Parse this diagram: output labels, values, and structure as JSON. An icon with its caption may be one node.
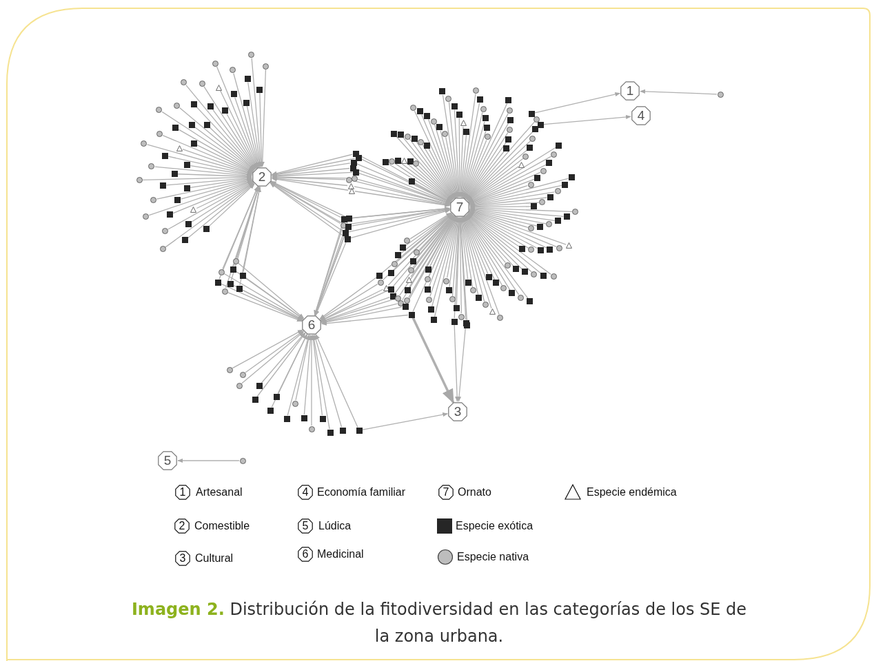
{
  "diagram": {
    "caption": "**Imagen 2.** Distribución de la fitodiversidad en las categorías de los SE de la zona urbana.",
    "nodes": [
      {
        "text": [
          "1"
        ]
      },
      {
        "text": [
          "4"
        ]
      },
      {
        "text": [
          "2"
        ]
      },
      {
        "text": [
          "7"
        ]
      },
      {
        "text": [
          "6"
        ]
      },
      {
        "text": [
          "3"
        ]
      },
      {
        "text": [
          "5"
        ]
      },
      {
        "text": [],
        "shape": "box"
      },
      {
        "text": [],
        "shape": "box"
      },
      {
        "text": [],
        "shape": "circle"
      },
      {
        "text": [],
        "shape": "circle"
      },
      {
        "text": [],
        "shape": "box"
      },
      {
        "text": [],
        "shape": "box"
      },
      {
        "text": [],
        "shape": "circle"
      },
      {
        "text": [],
        "shape": "box"
      },
      {
        "text": [],
        "shape": "circle"
      },
      {
        "text": [],
        "shape": "triangle"
      },
      {
        "text": [],
        "shape": "box"
      },
      {
        "text": [],
        "shape": "circle"
      },
      {
        "text": [],
        "shape": "box"
      },
      {
        "text": [],
        "shape": "circle"
      },
      {
        "text": [],
        "shape": "box"
      },
      {
        "text": [],
        "shape": "box"
      },
      {
        "text": [],
        "shape": "circle"
      },
      {
        "text": [],
        "shape": "box"
      },
      {
        "text": [],
        "shape": "circle"
      },
      {
        "text": [],
        "shape": "box"
      },
      {
        "text": [],
        "shape": "box"
      },
      {
        "text": [],
        "shape": "circle"
      },
      {
        "text": [],
        "shape": "triangle"
      },
      {
        "text": [],
        "shape": "circle"
      },
      {
        "text": [],
        "shape": "box"
      },
      {
        "text": [],
        "shape": "box"
      },
      {
        "text": [],
        "shape": "circle"
      },
      {
        "text": [],
        "shape": "box"
      },
      {
        "text": [],
        "shape": "circle"
      },
      {
        "text": [],
        "shape": "box"
      },
      {
        "text": [],
        "shape": "box"
      },
      {
        "text": [],
        "shape": "circle"
      },
      {
        "text": [],
        "shape": "box"
      },
      {
        "text": [],
        "shape": "circle"
      },
      {
        "text": [],
        "shape": "box"
      },
      {
        "text": [],
        "shape": "triangle"
      },
      {
        "text": [],
        "shape": "circle"
      },
      {
        "text": [],
        "shape": "box"
      },
      {
        "text": [],
        "shape": "circle"
      },
      {
        "text": [],
        "shape": "box"
      },
      {
        "text": [],
        "shape": "box"
      },
      {
        "text": [],
        "shape": "circle"
      },
      {
        "text": [],
        "shape": "box"
      },
      {
        "text": [],
        "shape": "circle"
      },
      {
        "text": [],
        "shape": "box"
      },
      {
        "text": [],
        "shape": "box"
      },
      {
        "text": [],
        "shape": "circle"
      },
      {
        "text": [],
        "shape": "box"
      },
      {
        "text": [],
        "shape": "triangle"
      },
      {
        "text": [],
        "shape": "box"
      },
      {
        "text": [],
        "shape": "circle"
      },
      {
        "text": [],
        "shape": "box"
      },
      {
        "text": [],
        "shape": "box"
      },
      {
        "text": [],
        "shape": "circle"
      },
      {
        "text": [],
        "shape": "box"
      },
      {
        "text": [],
        "shape": "circle"
      },
      {
        "text": [],
        "shape": "box"
      },
      {
        "text": [],
        "shape": "circle"
      },
      {
        "text": [],
        "shape": "box"
      },
      {
        "text": [],
        "shape": "box"
      },
      {
        "text": [],
        "shape": "circle"
      },
      {
        "text": [],
        "shape": "box"
      },
      {
        "text": [],
        "shape": "circle"
      },
      {
        "text": [],
        "shape": "box"
      },
      {
        "text": [],
        "shape": "circle"
      },
      {
        "text": [],
        "shape": "box"
      },
      {
        "text": [],
        "shape": "box"
      },
      {
        "text": [],
        "shape": "triangle"
      },
      {
        "text": [],
        "shape": "box"
      },
      {
        "text": [],
        "shape": "circle"
      },
      {
        "text": [],
        "shape": "box"
      },
      {
        "text": [],
        "shape": "circle"
      },
      {
        "text": [],
        "shape": "box"
      },
      {
        "text": [],
        "shape": "box"
      },
      {
        "text": [],
        "shape": "circle"
      },
      {
        "text": [],
        "shape": "box"
      },
      {
        "text": [],
        "shape": "circle"
      },
      {
        "text": [],
        "shape": "box"
      },
      {
        "text": [],
        "shape": "circle"
      },
      {
        "text": [],
        "shape": "box"
      },
      {
        "text": [],
        "shape": "box"
      },
      {
        "text": [],
        "shape": "circle"
      },
      {
        "text": [],
        "shape": "box"
      },
      {
        "text": [],
        "shape": "circle"
      },
      {
        "text": [],
        "shape": "box"
      },
      {
        "text": [],
        "shape": "circle"
      },
      {
        "text": [],
        "shape": "triangle"
      },
      {
        "text": [],
        "shape": "box"
      },
      {
        "text": [],
        "shape": "circle"
      },
      {
        "text": [],
        "shape": "box"
      },
      {
        "text": [],
        "shape": "circle"
      },
      {
        "text": [],
        "shape": "box"
      },
      {
        "text": [],
        "shape": "circle"
      },
      {
        "text": [],
        "shape": "box"
      },
      {
        "text": [],
        "shape": "box"
      },
      {
        "text": [],
        "shape": "circle"
      },
      {
        "text": [],
        "shape": "box"
      },
      {
        "text": [],
        "shape": "circle"
      },
      {
        "text": [],
        "shape": "box"
      },
      {
        "text": [],
        "shape": "circle"
      },
      {
        "text": [],
        "shape": "box"
      },
      {
        "text": [],
        "shape": "box"
      },
      {
        "text": [],
        "shape": "circle"
      },
      {
        "text": [],
        "shape": "box"
      },
      {
        "text": [],
        "shape": "circle"
      },
      {
        "text": [],
        "shape": "triangle"
      },
      {
        "text": [],
        "shape": "circle"
      },
      {
        "text": [],
        "shape": "box"
      },
      {
        "text": [],
        "shape": "box"
      },
      {
        "text": [],
        "shape": "circle"
      },
      {
        "text": [],
        "shape": "box"
      },
      {
        "text": [],
        "shape": "circle"
      },
      {
        "text": [],
        "shape": "box"
      },
      {
        "text": [],
        "shape": "circle"
      },
      {
        "text": [],
        "shape": "box"
      },
      {
        "text": [],
        "shape": "box"
      },
      {
        "text": [],
        "shape": "circle"
      },
      {
        "text": [],
        "shape": "box"
      },
      {
        "text": [],
        "shape": "circle"
      },
      {
        "text": [],
        "shape": "box"
      },
      {
        "text": [],
        "shape": "circle"
      },
      {
        "text": [],
        "shape": "box"
      },
      {
        "text": [],
        "shape": "box"
      },
      {
        "text": [],
        "shape": "circle"
      },
      {
        "text": [],
        "shape": "triangle"
      },
      {
        "text": [],
        "shape": "circle"
      },
      {
        "text": [],
        "shape": "box"
      },
      {
        "text": [],
        "shape": "circle"
      },
      {
        "text": [],
        "shape": "box"
      },
      {
        "text": [],
        "shape": "box"
      },
      {
        "text": [],
        "shape": "circle"
      },
      {
        "text": [],
        "shape": "box"
      },
      {
        "text": [],
        "shape": "circle"
      },
      {
        "text": [],
        "shape": "box"
      },
      {
        "text": [],
        "shape": "circle"
      },
      {
        "text": [],
        "shape": "box"
      },
      {
        "text": [],
        "shape": "box"
      },
      {
        "text": [],
        "shape": "circle"
      },
      {
        "text": [],
        "shape": "box"
      },
      {
        "text": [],
        "shape": "circle"
      },
      {
        "text": [],
        "shape": "box"
      },
      {
        "text": [],
        "shape": "circle"
      },
      {
        "text": [],
        "shape": "box"
      },
      {
        "text": [],
        "shape": "triangle"
      },
      {
        "text": [],
        "shape": "circle"
      },
      {
        "text": [],
        "shape": "box"
      },
      {
        "text": [],
        "shape": "circle"
      },
      {
        "text": [],
        "shape": "box"
      },
      {
        "text": [],
        "shape": "circle"
      },
      {
        "text": [],
        "shape": "box"
      },
      {
        "text": [],
        "shape": "box"
      },
      {
        "text": [],
        "shape": "circle"
      },
      {
        "text": [],
        "shape": "box"
      },
      {
        "text": [],
        "shape": "box"
      },
      {
        "text": [],
        "shape": "box"
      },
      {
        "text": [],
        "shape": "box"
      },
      {
        "text": [],
        "shape": "box"
      },
      {
        "text": [],
        "shape": "circle"
      },
      {
        "text": [],
        "shape": "circle"
      },
      {
        "text": [],
        "shape": "triangle"
      },
      {
        "text": [],
        "shape": "triangle"
      },
      {
        "text": [],
        "shape": "box"
      },
      {
        "text": [],
        "shape": "box"
      },
      {
        "text": [],
        "shape": "circle"
      },
      {
        "text": [],
        "shape": "box"
      },
      {
        "text": [],
        "shape": "box"
      },
      {
        "text": [],
        "shape": "box"
      },
      {
        "text": [],
        "shape": "circle"
      },
      {
        "text": [],
        "shape": "circle"
      },
      {
        "text": [],
        "shape": "box"
      },
      {
        "text": [],
        "shape": "box"
      },
      {
        "text": [],
        "shape": "box"
      },
      {
        "text": [],
        "shape": "box"
      },
      {
        "text": [],
        "shape": "box"
      },
      {
        "text": [],
        "shape": "circle"
      },
      {
        "text": [],
        "shape": "box"
      },
      {
        "text": [],
        "shape": "circle"
      },
      {
        "text": [],
        "shape": "triangle"
      },
      {
        "text": [],
        "shape": "box"
      },
      {
        "text": [],
        "shape": "box"
      },
      {
        "text": [],
        "shape": "circle"
      },
      {
        "text": [],
        "shape": "circle"
      },
      {
        "text": [],
        "shape": "box"
      },
      {
        "text": [],
        "shape": "box"
      },
      {
        "text": [],
        "shape": "circle"
      },
      {
        "text": [],
        "shape": "circle"
      },
      {
        "text": [],
        "shape": "circle"
      },
      {
        "text": [],
        "shape": "box"
      },
      {
        "text": [],
        "shape": "box"
      },
      {
        "text": [],
        "shape": "box"
      },
      {
        "text": [],
        "shape": "box"
      },
      {
        "text": [],
        "shape": "box"
      },
      {
        "text": [],
        "shape": "circle"
      },
      {
        "text": [],
        "shape": "box"
      },
      {
        "text": [],
        "shape": "circle"
      },
      {
        "text": [],
        "shape": "box"
      },
      {
        "text": [],
        "shape": "box"
      },
      {
        "text": [],
        "shape": "box"
      },
      {
        "text": [],
        "shape": "box"
      },
      {
        "text": [],
        "shape": "box"
      },
      {
        "text": [],
        "shape": "box"
      }
    ],
    "edges": [
      {
        "from": 7,
        "to": 0,
        "arrow": "to"
      },
      {
        "from": 8,
        "to": 1,
        "arrow": "to"
      },
      {
        "from": 9,
        "to": 0,
        "arrow": "to"
      },
      {
        "from": 10,
        "to": 6,
        "arrow": "to"
      },
      {
        "from": 11,
        "to": 2,
        "arrow": "to"
      },
      {
        "from": 12,
        "to": 2,
        "arrow": "to"
      },
      {
        "from": 13,
        "to": 2,
        "arrow": "to"
      },
      {
        "from": 14,
        "to": 2,
        "arrow": "to"
      },
      {
        "from": 15,
        "to": 2,
        "arrow": "to"
      },
      {
        "from": 16,
        "to": 2,
        "arrow": "to"
      },
      {
        "from": 17,
        "to": 2,
        "arrow": "to"
      },
      {
        "from": 18,
        "to": 2,
        "arrow": "to"
      },
      {
        "from": 19,
        "to": 2,
        "arrow": "to"
      },
      {
        "from": 20,
        "to": 2,
        "arrow": "to"
      },
      {
        "from": 21,
        "to": 2,
        "arrow": "to"
      },
      {
        "from": 22,
        "to": 2,
        "arrow": "to"
      },
      {
        "from": 23,
        "to": 2,
        "arrow": "to"
      },
      {
        "from": 24,
        "to": 2,
        "arrow": "to"
      },
      {
        "from": 25,
        "to": 2,
        "arrow": "to"
      },
      {
        "from": 26,
        "to": 2,
        "arrow": "to"
      },
      {
        "from": 27,
        "to": 2,
        "arrow": "to"
      },
      {
        "from": 28,
        "to": 2,
        "arrow": "to"
      },
      {
        "from": 29,
        "to": 2,
        "arrow": "to"
      },
      {
        "from": 30,
        "to": 2,
        "arrow": "to"
      },
      {
        "from": 31,
        "to": 2,
        "arrow": "to"
      },
      {
        "from": 32,
        "to": 2,
        "arrow": "to"
      },
      {
        "from": 33,
        "to": 2,
        "arrow": "to"
      },
      {
        "from": 34,
        "to": 2,
        "arrow": "to"
      },
      {
        "from": 35,
        "to": 2,
        "arrow": "to"
      },
      {
        "from": 36,
        "to": 2,
        "arrow": "to"
      },
      {
        "from": 37,
        "to": 2,
        "arrow": "to"
      },
      {
        "from": 38,
        "to": 2,
        "arrow": "to"
      },
      {
        "from": 39,
        "to": 2,
        "arrow": "to"
      },
      {
        "from": 40,
        "to": 2,
        "arrow": "to"
      },
      {
        "from": 41,
        "to": 2,
        "arrow": "to"
      },
      {
        "from": 42,
        "to": 2,
        "arrow": "to"
      },
      {
        "from": 43,
        "to": 2,
        "arrow": "to"
      },
      {
        "from": 44,
        "to": 2,
        "arrow": "to"
      },
      {
        "from": 45,
        "to": 2,
        "arrow": "to"
      },
      {
        "from": 46,
        "to": 2,
        "arrow": "to"
      },
      {
        "from": 47,
        "to": 2,
        "arrow": "to"
      },
      {
        "from": 48,
        "to": 2,
        "arrow": "to"
      },
      {
        "from": 49,
        "to": 2,
        "arrow": "to"
      },
      {
        "from": 50,
        "to": 2,
        "arrow": "to"
      },
      {
        "from": 51,
        "to": 3,
        "arrow": "to"
      },
      {
        "from": 52,
        "to": 3,
        "arrow": "to"
      },
      {
        "from": 53,
        "to": 3,
        "arrow": "to"
      },
      {
        "from": 54,
        "to": 3,
        "arrow": "to"
      },
      {
        "from": 55,
        "to": 3,
        "arrow": "to"
      },
      {
        "from": 56,
        "to": 3,
        "arrow": "to"
      },
      {
        "from": 57,
        "to": 3,
        "arrow": "to"
      },
      {
        "from": 58,
        "to": 3,
        "arrow": "to"
      },
      {
        "from": 59,
        "to": 3,
        "arrow": "to"
      },
      {
        "from": 60,
        "to": 3,
        "arrow": "to"
      },
      {
        "from": 61,
        "to": 3,
        "arrow": "to"
      },
      {
        "from": 62,
        "to": 3,
        "arrow": "to"
      },
      {
        "from": 63,
        "to": 3,
        "arrow": "to"
      },
      {
        "from": 64,
        "to": 3,
        "arrow": "to"
      },
      {
        "from": 65,
        "to": 3,
        "arrow": "to"
      },
      {
        "from": 66,
        "to": 3,
        "arrow": "to"
      },
      {
        "from": 67,
        "to": 3,
        "arrow": "to"
      },
      {
        "from": 68,
        "to": 3,
        "arrow": "to"
      },
      {
        "from": 69,
        "to": 3,
        "arrow": "to"
      },
      {
        "from": 70,
        "to": 3,
        "arrow": "to"
      },
      {
        "from": 71,
        "to": 3,
        "arrow": "to"
      },
      {
        "from": 72,
        "to": 3,
        "arrow": "to"
      },
      {
        "from": 73,
        "to": 3,
        "arrow": "to"
      },
      {
        "from": 74,
        "to": 3,
        "arrow": "to"
      },
      {
        "from": 75,
        "to": 3,
        "arrow": "to"
      },
      {
        "from": 76,
        "to": 3,
        "arrow": "to"
      },
      {
        "from": 77,
        "to": 3,
        "arrow": "to"
      },
      {
        "from": 78,
        "to": 3,
        "arrow": "to"
      },
      {
        "from": 79,
        "to": 3,
        "arrow": "to"
      },
      {
        "from": 80,
        "to": 3,
        "arrow": "to"
      },
      {
        "from": 81,
        "to": 3,
        "arrow": "to"
      },
      {
        "from": 82,
        "to": 3,
        "arrow": "to"
      },
      {
        "from": 83,
        "to": 3,
        "arrow": "to"
      },
      {
        "from": 84,
        "to": 3,
        "arrow": "to"
      },
      {
        "from": 85,
        "to": 3,
        "arrow": "to"
      },
      {
        "from": 86,
        "to": 3,
        "arrow": "to"
      },
      {
        "from": 87,
        "to": 3,
        "arrow": "to"
      },
      {
        "from": 88,
        "to": 3,
        "arrow": "to"
      },
      {
        "from": 89,
        "to": 3,
        "arrow": "to"
      },
      {
        "from": 90,
        "to": 3,
        "arrow": "to"
      },
      {
        "from": 91,
        "to": 3,
        "arrow": "to"
      },
      {
        "from": 92,
        "to": 3,
        "arrow": "to"
      },
      {
        "from": 93,
        "to": 3,
        "arrow": "to"
      },
      {
        "from": 94,
        "to": 3,
        "arrow": "to"
      },
      {
        "from": 95,
        "to": 3,
        "arrow": "to"
      },
      {
        "from": 96,
        "to": 3,
        "arrow": "to"
      },
      {
        "from": 97,
        "to": 3,
        "arrow": "to"
      },
      {
        "from": 98,
        "to": 3,
        "arrow": "to"
      },
      {
        "from": 99,
        "to": 3,
        "arrow": "to"
      },
      {
        "from": 100,
        "to": 3,
        "arrow": "to"
      },
      {
        "from": 101,
        "to": 3,
        "arrow": "to"
      },
      {
        "from": 102,
        "to": 3,
        "arrow": "to"
      },
      {
        "from": 103,
        "to": 3,
        "arrow": "to"
      },
      {
        "from": 104,
        "to": 3,
        "arrow": "to"
      },
      {
        "from": 105,
        "to": 3,
        "arrow": "to"
      },
      {
        "from": 106,
        "to": 3,
        "arrow": "to"
      },
      {
        "from": 107,
        "to": 3,
        "arrow": "to"
      },
      {
        "from": 108,
        "to": 3,
        "arrow": "to"
      },
      {
        "from": 109,
        "to": 3,
        "arrow": "to"
      },
      {
        "from": 110,
        "to": 3,
        "arrow": "to"
      },
      {
        "from": 111,
        "to": 3,
        "arrow": "to"
      },
      {
        "from": 112,
        "to": 3,
        "arrow": "to"
      },
      {
        "from": 113,
        "to": 3,
        "arrow": "to"
      },
      {
        "from": 114,
        "to": 3,
        "arrow": "to"
      },
      {
        "from": 115,
        "to": 3,
        "arrow": "to"
      },
      {
        "from": 116,
        "to": 3,
        "arrow": "to"
      },
      {
        "from": 117,
        "to": 3,
        "arrow": "to"
      },
      {
        "from": 118,
        "to": 3,
        "arrow": "to"
      },
      {
        "from": 119,
        "to": 3,
        "arrow": "to"
      },
      {
        "from": 120,
        "to": 3,
        "arrow": "to"
      },
      {
        "from": 121,
        "to": 3,
        "arrow": "to"
      },
      {
        "from": 122,
        "to": 3,
        "arrow": "to"
      },
      {
        "from": 123,
        "to": 3,
        "arrow": "to"
      },
      {
        "from": 124,
        "to": 3,
        "arrow": "to"
      },
      {
        "from": 125,
        "to": 3,
        "arrow": "to"
      },
      {
        "from": 126,
        "to": 3,
        "arrow": "to"
      },
      {
        "from": 127,
        "to": 3,
        "arrow": "to"
      },
      {
        "from": 128,
        "to": 3,
        "arrow": "to"
      },
      {
        "from": 129,
        "to": 3,
        "arrow": "to"
      },
      {
        "from": 130,
        "to": 3,
        "arrow": "to"
      },
      {
        "from": 131,
        "to": 3,
        "arrow": "to"
      },
      {
        "from": 132,
        "to": 3,
        "arrow": "to"
      },
      {
        "from": 133,
        "to": 3,
        "arrow": "to"
      },
      {
        "from": 134,
        "to": 3,
        "arrow": "to"
      },
      {
        "from": 135,
        "to": 3,
        "arrow": "to"
      },
      {
        "from": 136,
        "to": 3,
        "arrow": "to"
      },
      {
        "from": 137,
        "to": 3,
        "arrow": "to"
      },
      {
        "from": 138,
        "to": 3,
        "arrow": "to"
      },
      {
        "from": 139,
        "to": 3,
        "arrow": "to"
      },
      {
        "from": 140,
        "to": 3,
        "arrow": "to"
      },
      {
        "from": 141,
        "to": 3,
        "arrow": "to"
      },
      {
        "from": 142,
        "to": 3,
        "arrow": "to"
      },
      {
        "from": 143,
        "to": 3,
        "arrow": "to"
      },
      {
        "from": 144,
        "to": 3,
        "arrow": "to"
      },
      {
        "from": 145,
        "to": 3,
        "arrow": "to"
      },
      {
        "from": 146,
        "to": 3,
        "arrow": "to"
      },
      {
        "from": 147,
        "to": 3,
        "arrow": "to"
      },
      {
        "from": 148,
        "to": 3,
        "arrow": "to"
      },
      {
        "from": 149,
        "to": 3,
        "arrow": "to"
      },
      {
        "from": 150,
        "to": 3,
        "arrow": "to"
      },
      {
        "from": 151,
        "to": 3,
        "arrow": "to"
      },
      {
        "from": 152,
        "to": 3,
        "arrow": "to"
      },
      {
        "from": 153,
        "to": 3,
        "arrow": "to"
      },
      {
        "from": 154,
        "to": 3,
        "arrow": "to"
      },
      {
        "from": 155,
        "to": 3,
        "arrow": "to"
      },
      {
        "from": 156,
        "to": 3,
        "arrow": "to"
      },
      {
        "from": 157,
        "to": 3,
        "arrow": "to"
      },
      {
        "from": 158,
        "to": 3,
        "arrow": "to"
      },
      {
        "from": 159,
        "to": 2,
        "arrow": "to"
      },
      {
        "from": 159,
        "to": 3,
        "arrow": "to"
      },
      {
        "from": 160,
        "to": 2,
        "arrow": "to"
      },
      {
        "from": 160,
        "to": 3,
        "arrow": "to"
      },
      {
        "from": 161,
        "to": 2,
        "arrow": "to"
      },
      {
        "from": 161,
        "to": 3,
        "arrow": "to"
      },
      {
        "from": 162,
        "to": 2,
        "arrow": "to"
      },
      {
        "from": 162,
        "to": 3,
        "arrow": "to"
      },
      {
        "from": 163,
        "to": 2,
        "arrow": "to"
      },
      {
        "from": 163,
        "to": 3,
        "arrow": "to"
      },
      {
        "from": 164,
        "to": 2,
        "arrow": "to"
      },
      {
        "from": 164,
        "to": 3,
        "arrow": "to"
      },
      {
        "from": 165,
        "to": 2,
        "arrow": "to"
      },
      {
        "from": 165,
        "to": 3,
        "arrow": "to"
      },
      {
        "from": 166,
        "to": 2,
        "arrow": "to"
      },
      {
        "from": 166,
        "to": 3,
        "arrow": "to"
      },
      {
        "from": 167,
        "to": 2,
        "arrow": "to"
      },
      {
        "from": 167,
        "to": 3,
        "arrow": "to"
      },
      {
        "from": 168,
        "to": 2,
        "arrow": "to"
      },
      {
        "from": 168,
        "to": 4,
        "arrow": "to"
      },
      {
        "from": 168,
        "to": 3,
        "arrow": "to"
      },
      {
        "from": 169,
        "to": 2,
        "arrow": "to"
      },
      {
        "from": 169,
        "to": 4,
        "arrow": "to"
      },
      {
        "from": 169,
        "to": 3,
        "arrow": "to"
      },
      {
        "from": 170,
        "to": 2,
        "arrow": "to"
      },
      {
        "from": 170,
        "to": 4,
        "arrow": "to"
      },
      {
        "from": 170,
        "to": 3,
        "arrow": "to"
      },
      {
        "from": 171,
        "to": 2,
        "arrow": "to"
      },
      {
        "from": 171,
        "to": 4,
        "arrow": "to"
      },
      {
        "from": 171,
        "to": 3,
        "arrow": "to"
      },
      {
        "from": 172,
        "to": 2,
        "arrow": "to"
      },
      {
        "from": 172,
        "to": 4,
        "arrow": "to"
      },
      {
        "from": 172,
        "to": 3,
        "arrow": "to"
      },
      {
        "from": 173,
        "to": 2,
        "arrow": "to"
      },
      {
        "from": 173,
        "to": 4,
        "arrow": "to"
      },
      {
        "from": 173,
        "to": 3,
        "arrow": "to"
      },
      {
        "from": 174,
        "to": 2,
        "arrow": "to"
      },
      {
        "from": 174,
        "to": 4,
        "arrow": "to"
      },
      {
        "from": 175,
        "to": 2,
        "arrow": "to"
      },
      {
        "from": 175,
        "to": 4,
        "arrow": "to"
      },
      {
        "from": 176,
        "to": 2,
        "arrow": "to"
      },
      {
        "from": 176,
        "to": 4,
        "arrow": "to"
      },
      {
        "from": 177,
        "to": 2,
        "arrow": "to"
      },
      {
        "from": 177,
        "to": 4,
        "arrow": "to"
      },
      {
        "from": 178,
        "to": 2,
        "arrow": "to"
      },
      {
        "from": 178,
        "to": 4,
        "arrow": "to"
      },
      {
        "from": 179,
        "to": 2,
        "arrow": "to"
      },
      {
        "from": 179,
        "to": 4,
        "arrow": "to"
      },
      {
        "from": 180,
        "to": 2,
        "arrow": "to"
      },
      {
        "from": 180,
        "to": 4,
        "arrow": "to"
      },
      {
        "from": 181,
        "to": 2,
        "arrow": "to"
      },
      {
        "from": 181,
        "to": 4,
        "arrow": "to"
      },
      {
        "from": 182,
        "to": 4,
        "arrow": "to"
      },
      {
        "from": 182,
        "to": 3,
        "arrow": "to"
      },
      {
        "from": 183,
        "to": 4,
        "arrow": "to"
      },
      {
        "from": 183,
        "to": 3,
        "arrow": "to"
      },
      {
        "from": 184,
        "to": 4,
        "arrow": "to"
      },
      {
        "from": 184,
        "to": 3,
        "arrow": "to"
      },
      {
        "from": 185,
        "to": 4,
        "arrow": "to"
      },
      {
        "from": 185,
        "to": 3,
        "arrow": "to"
      },
      {
        "from": 186,
        "to": 4,
        "arrow": "to"
      },
      {
        "from": 186,
        "to": 3,
        "arrow": "to"
      },
      {
        "from": 187,
        "to": 4,
        "arrow": "to"
      },
      {
        "from": 187,
        "to": 3,
        "arrow": "to"
      },
      {
        "from": 188,
        "to": 4,
        "arrow": "to"
      },
      {
        "from": 188,
        "to": 3,
        "arrow": "to"
      },
      {
        "from": 189,
        "to": 4,
        "arrow": "to"
      },
      {
        "from": 189,
        "to": 3,
        "arrow": "to"
      },
      {
        "from": 190,
        "to": 4,
        "arrow": "to"
      },
      {
        "from": 190,
        "to": 3,
        "arrow": "to"
      },
      {
        "from": 190,
        "to": 5,
        "arrow": "to",
        "style": "thick"
      },
      {
        "from": 191,
        "to": 4,
        "arrow": "to"
      },
      {
        "from": 192,
        "to": 4,
        "arrow": "to"
      },
      {
        "from": 193,
        "to": 4,
        "arrow": "to"
      },
      {
        "from": 194,
        "to": 4,
        "arrow": "to"
      },
      {
        "from": 195,
        "to": 4,
        "arrow": "to"
      },
      {
        "from": 196,
        "to": 4,
        "arrow": "to"
      },
      {
        "from": 197,
        "to": 4,
        "arrow": "to"
      },
      {
        "from": 198,
        "to": 4,
        "arrow": "to"
      },
      {
        "from": 199,
        "to": 4,
        "arrow": "to"
      },
      {
        "from": 200,
        "to": 4,
        "arrow": "to"
      },
      {
        "from": 201,
        "to": 4,
        "arrow": "to"
      },
      {
        "from": 202,
        "to": 4,
        "arrow": "to"
      },
      {
        "from": 203,
        "to": 4,
        "arrow": "to"
      },
      {
        "from": 204,
        "to": 4,
        "arrow": "to"
      },
      {
        "from": 205,
        "to": 4,
        "arrow": "to"
      },
      {
        "from": 205,
        "to": 5,
        "arrow": "to"
      },
      {
        "from": 206,
        "to": 3,
        "arrow": "to"
      },
      {
        "from": 206,
        "to": 5,
        "arrow": "to"
      },
      {
        "from": 207,
        "to": 3,
        "arrow": "to"
      },
      {
        "from": 207,
        "to": 5,
        "arrow": "to"
      }
    ],
    "labels": [
      "1",
      "Artesanal",
      "4",
      "Economía familiar",
      "7",
      "Ornato",
      "2",
      "Comestible",
      "5",
      "Lúdica",
      "3",
      "Cultural",
      "6",
      "Medicinal"
    ],
    "legend": [
      {
        "text": "Especie endémica"
      },
      {
        "text": "Especie exótica",
        "color": "#262626"
      },
      {
        "text": "Especie nativa",
        "color": "#bdbdbd"
      }
    ]
  }
}
